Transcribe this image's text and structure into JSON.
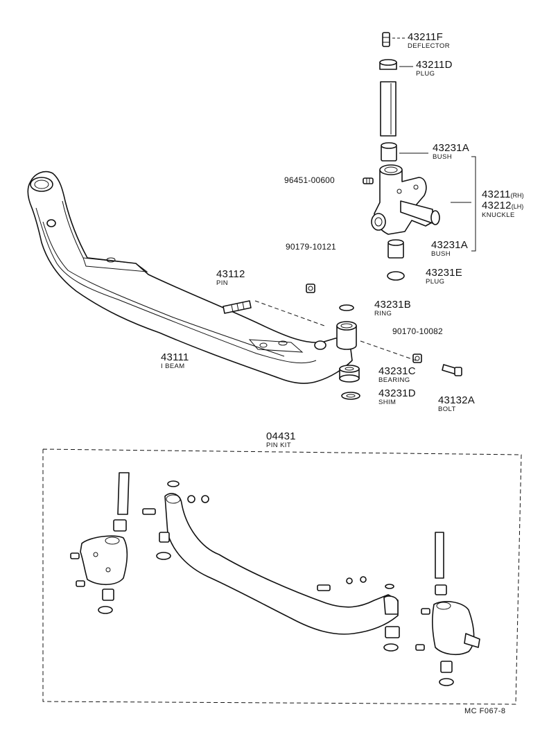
{
  "parts": {
    "deflector": {
      "number": "43211F",
      "name": "DEFLECTOR"
    },
    "plug_top": {
      "number": "43211D",
      "name": "PLUG"
    },
    "bush_upper": {
      "number": "43231A",
      "name": "BUSH"
    },
    "screw": {
      "number": "96451-00600"
    },
    "knuckle": {
      "number_rh": "43211",
      "side_rh": "(RH)",
      "number_lh": "43212",
      "side_lh": "(LH)",
      "name": "KNUCKLE"
    },
    "bush_lower": {
      "number": "43231A",
      "name": "BUSH"
    },
    "nut_a": {
      "number": "90179-10121"
    },
    "plug_lower": {
      "number": "43231E",
      "name": "PLUG"
    },
    "pin": {
      "number": "43112",
      "name": "PIN"
    },
    "ring": {
      "number": "43231B",
      "name": "RING"
    },
    "nut_b": {
      "number": "90170-10082"
    },
    "i_beam": {
      "number": "43111",
      "name": "I BEAM"
    },
    "bearing": {
      "number": "43231C",
      "name": "BEARING"
    },
    "shim": {
      "number": "43231D",
      "name": "SHIM"
    },
    "bolt": {
      "number": "43132A",
      "name": "BOLT"
    },
    "pin_kit": {
      "number": "04431",
      "name": "PIN KIT"
    }
  },
  "reference": "MC  F067-8"
}
